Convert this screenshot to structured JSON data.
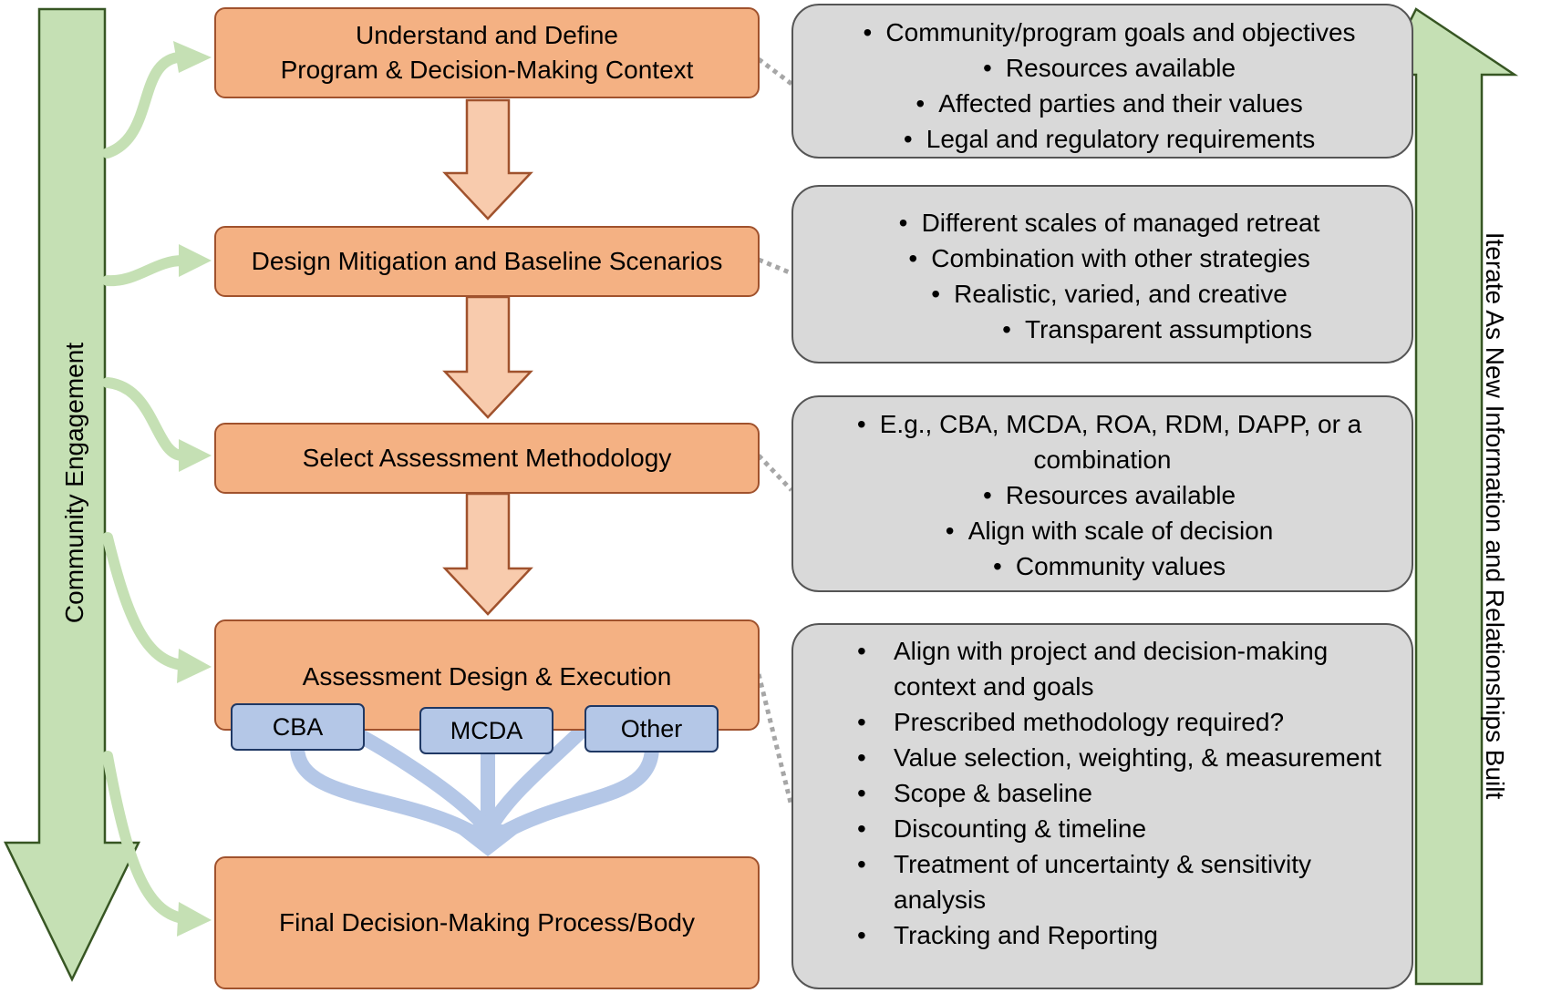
{
  "steps": {
    "context_line1": "Understand and Define",
    "context_line2": "Program & Decision-Making Context",
    "scenarios": "Design Mitigation and Baseline Scenarios",
    "methodology": "Select Assessment Methodology",
    "execution": "Assessment Design & Execution",
    "final": "Final Decision-Making Process/Body"
  },
  "methods": [
    "CBA",
    "MCDA",
    "Other"
  ],
  "panels": {
    "context": [
      "Community/program goals and objectives",
      "Resources available",
      "Affected parties and their values",
      "Legal and regulatory requirements"
    ],
    "scenarios": [
      "Different scales of managed retreat",
      "Combination with other strategies",
      "Realistic, varied, and creative",
      "Transparent assumptions"
    ],
    "methodology": [
      "E.g., CBA, MCDA, ROA, RDM, DAPP, or a combination",
      "Resources available",
      "Align with scale of decision",
      "Community values"
    ],
    "execution": [
      "Align with project and decision-making context and goals",
      "Prescribed methodology required?",
      "Value selection, weighting, & measurement",
      "Scope & baseline",
      "Discounting & timeline",
      "Treatment of uncertainty & sensitivity analysis",
      "Tracking and Reporting"
    ]
  },
  "side_labels": {
    "left": "Community Engagement",
    "right": "Iterate As New Information and Relationships Built"
  },
  "colors": {
    "step_fill": "#f4b183",
    "step_border": "#a0522d",
    "method_fill": "#b4c7e7",
    "panel_fill": "#d9d9d9",
    "green_arrow": "#c5e0b4",
    "green_border": "#375623"
  }
}
